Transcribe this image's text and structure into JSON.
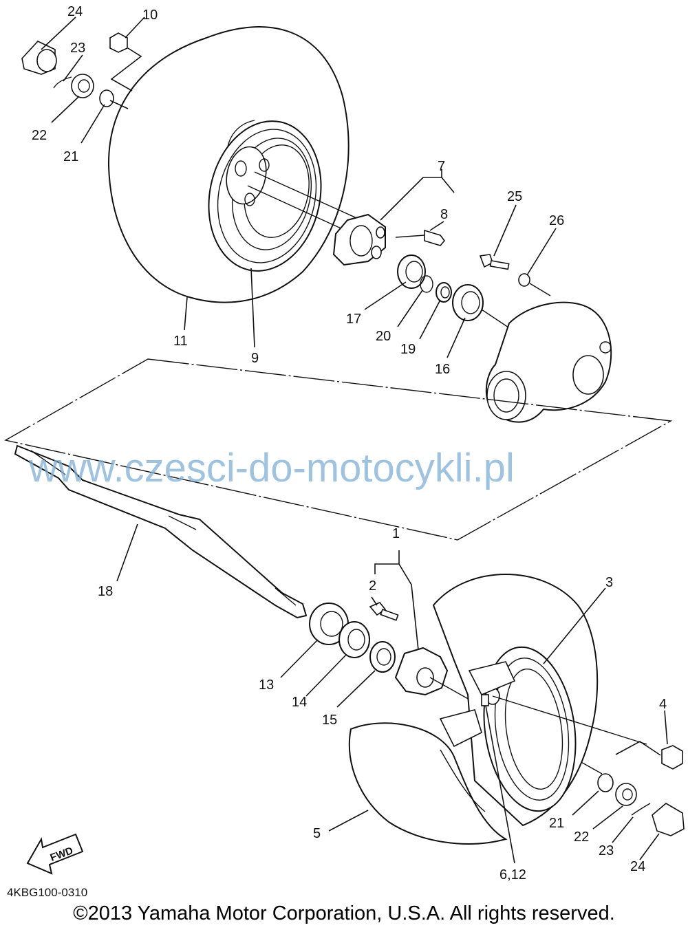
{
  "diagram": {
    "reference_code": "4KBG100-0310",
    "copyright": "©2013 Yamaha Motor Corporation, U.S.A. All rights reserved.",
    "watermark": "www.czesci-do-motocykli.pl",
    "fwd_label": "FWD",
    "callouts": [
      "24",
      "10",
      "23",
      "22",
      "21",
      "7",
      "8",
      "25",
      "26",
      "17",
      "20",
      "19",
      "16",
      "11",
      "9",
      "1",
      "2",
      "3",
      "18",
      "13",
      "14",
      "15",
      "4",
      "21",
      "22",
      "23",
      "24",
      "5",
      "6,12"
    ]
  }
}
